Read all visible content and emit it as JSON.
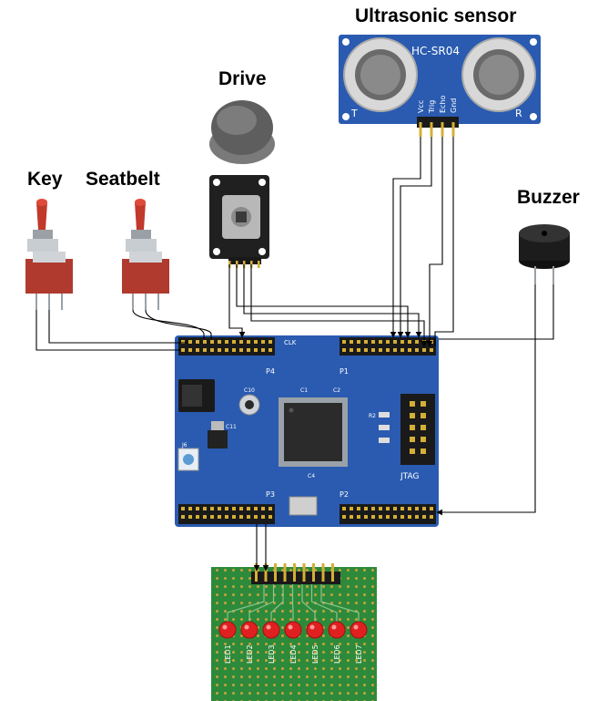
{
  "labels": {
    "key": "Key",
    "seatbelt": "Seatbelt",
    "drive": "Drive",
    "ultrasonic": "Ultrasonic sensor",
    "buzzer": "Buzzer"
  },
  "ultrasonic_module": {
    "model": "HC-SR04",
    "pins": [
      "Vcc",
      "Trig",
      "Echo",
      "Gnd"
    ],
    "left_mark": "T",
    "right_mark": "R"
  },
  "fpga_board": {
    "headers": [
      "P4",
      "P1",
      "P3",
      "P2"
    ],
    "jtag": "JTAG",
    "clock": "CLK",
    "parts": [
      "C10",
      "C11",
      "J6",
      "C4",
      "C2",
      "C1",
      "R2"
    ]
  },
  "led_board": {
    "leds": [
      "LED1",
      "LED2",
      "LED3",
      "LED4",
      "LED5",
      "LED6",
      "LED7"
    ]
  },
  "colors": {
    "board_blue": "#2a5bb0",
    "led_board_green": "#2d8a3b",
    "switch_red": "#c0392b",
    "led_red": "#e02020",
    "wire": "#000000"
  }
}
